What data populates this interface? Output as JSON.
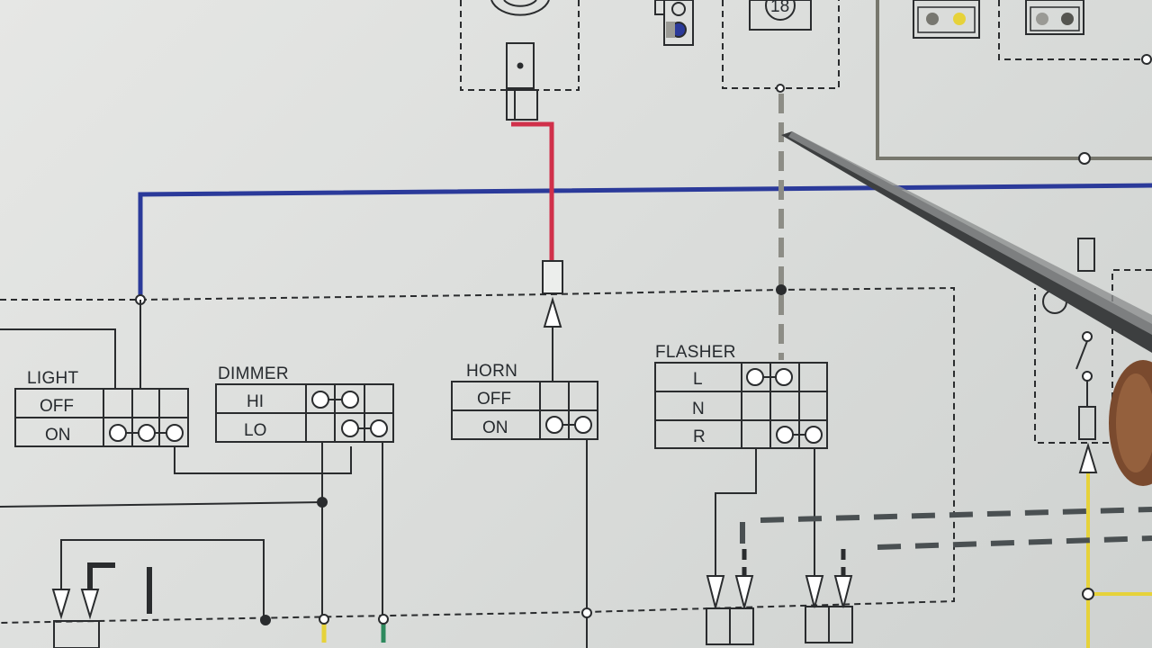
{
  "switches": {
    "light": {
      "title": "LIGHT",
      "rows": [
        "OFF",
        "ON"
      ]
    },
    "dimmer": {
      "title": "DIMMER",
      "rows": [
        "HI",
        "LO"
      ]
    },
    "horn": {
      "title": "HORN",
      "rows": [
        "OFF",
        "ON"
      ]
    },
    "flasher": {
      "title": "FLASHER",
      "rows": [
        "L",
        "N",
        "R"
      ]
    }
  },
  "components": {
    "turn_signal_relay_number": "18"
  },
  "wire_colors": {
    "blue": "#2b3a9a",
    "red": "#d0304a",
    "gray": "#8d8d86",
    "yellow": "#e6d23a",
    "green": "#2e8a5e",
    "black": "#2a2c2e",
    "olive": "#77776d"
  }
}
